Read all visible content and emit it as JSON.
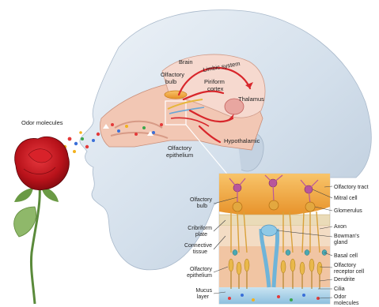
{
  "head_labels": {
    "odor_molecules": "Odor molecules",
    "brain": "Brain",
    "limbic_system": "Limbic system",
    "olfactory_bulb_l1": "Olfactory",
    "olfactory_bulb_l2": "bulb",
    "piriform_l1": "Piriform",
    "piriform_l2": "cortex",
    "thalamus": "Thalamus",
    "hypothalamic": "Hypothalamic",
    "epithelium_l1": "Olfactory",
    "epithelium_l2": "epithelium"
  },
  "detail_left_labels": {
    "bulb_l1": "Olfactory",
    "bulb_l2": "bulb",
    "cribriform_l1": "Cribriform",
    "cribriform_l2": "plate",
    "connective_l1": "Connective",
    "connective_l2": "tissue",
    "epithelium_l1": "Olfactory",
    "epithelium_l2": "epithelium",
    "mucus_l1": "Mucus",
    "mucus_l2": "layer"
  },
  "detail_right_labels": {
    "olfactory_tract": "Olfactory tract",
    "mitral_cell": "Mitral cell",
    "glomerulus": "Glomerulus",
    "axon": "Axon",
    "bowmans_l1": "Bowman's",
    "bowmans_l2": "gland",
    "basal_cell": "Basal cell",
    "receptor_l1": "Olfactory",
    "receptor_l2": "receptor cell",
    "dendrite": "Dendrite",
    "cilia": "Cilia",
    "odor_l1": "Odor",
    "odor_l2": "molecules"
  },
  "colors": {
    "skin": "#d6e2ee",
    "bulb": "#f3a93a",
    "pathway_red": "#d8262b",
    "neuron": "#b8569c",
    "rose": "#c3141c",
    "mucus": "#a7cfe6",
    "bone": "#e9d3a6"
  }
}
